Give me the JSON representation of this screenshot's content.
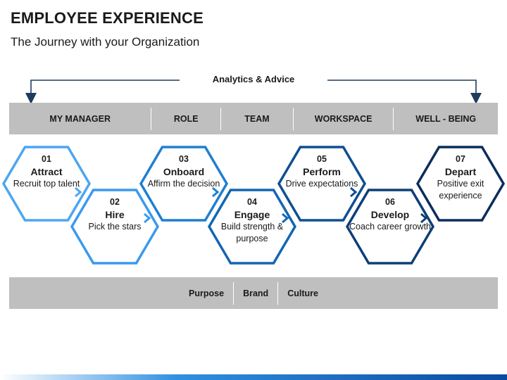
{
  "title": "EMPLOYEE EXPERIENCE",
  "subtitle": "The Journey with your Organization",
  "analytics_label": "Analytics & Advice",
  "top_categories": [
    "MY MANAGER",
    "ROLE",
    "TEAM",
    "WORKSPACE",
    "WELL - BEING"
  ],
  "bottom_categories": [
    "Purpose",
    "Brand",
    "Culture"
  ],
  "steps": [
    {
      "num": "01",
      "name": "Attract",
      "desc": "Recruit top talent",
      "color": "#4da6f0"
    },
    {
      "num": "02",
      "name": "Hire",
      "desc": "Pick the stars",
      "color": "#3a9aee"
    },
    {
      "num": "03",
      "name": "Onboard",
      "desc": "Affirm the decision",
      "color": "#1f7fd1"
    },
    {
      "num": "04",
      "name": "Engage",
      "desc": "Build strength & purpose",
      "color": "#1465b2"
    },
    {
      "num": "05",
      "name": "Perform",
      "desc": "Drive expectations",
      "color": "#0f4f91"
    },
    {
      "num": "06",
      "name": "Develop",
      "desc": "Coach career growth",
      "color": "#0c3f77"
    },
    {
      "num": "07",
      "name": "Depart",
      "desc": "Positive exit experience",
      "color": "#0a2d5c"
    }
  ],
  "colors": {
    "bar_gray": "#bfbfbf",
    "arrow_navy": "#1f3b5f"
  }
}
